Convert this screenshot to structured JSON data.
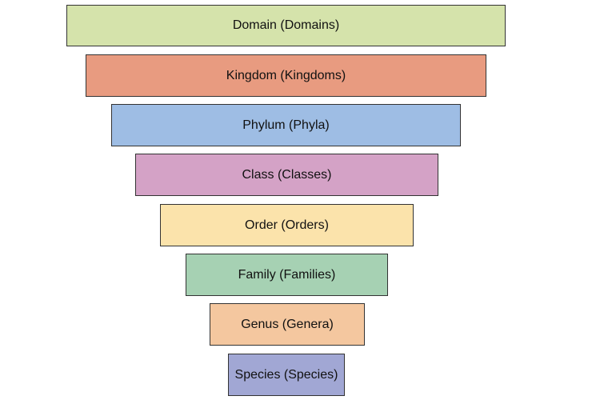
{
  "tiers": [
    {
      "label": "Domain (Domains)",
      "color": "#d5e3ab"
    },
    {
      "label": "Kingdom (Kingdoms)",
      "color": "#e89b80"
    },
    {
      "label": "Phylum (Phyla)",
      "color": "#9ebde4"
    },
    {
      "label": "Class (Classes)",
      "color": "#d4a2c6"
    },
    {
      "label": "Order (Orders)",
      "color": "#fbe3ab"
    },
    {
      "label": "Family (Families)",
      "color": "#a6d1b3"
    },
    {
      "label": "Genus (Genera)",
      "color": "#f4c79f"
    },
    {
      "label": "Species (Species)",
      "color": "#a1a7d4"
    }
  ]
}
